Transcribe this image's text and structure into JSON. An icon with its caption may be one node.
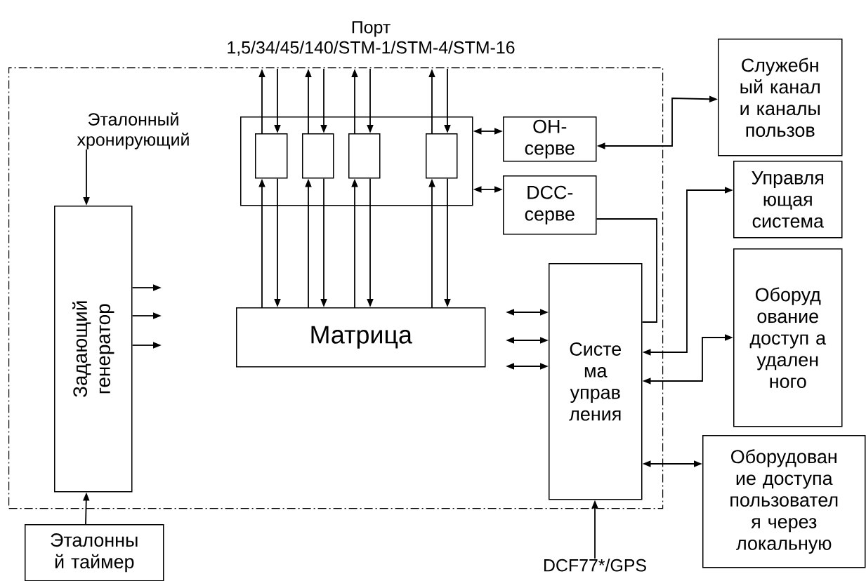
{
  "diagram": {
    "nodes": [
      {
        "text": [],
        "shape": "box"
      },
      {
        "text": [
          "Эталонный хронирующий"
        ],
        "in": 0
      },
      {
        "text": [
          "Задающий генератор"
        ],
        "in": 0
      },
      {
        "text": [],
        "shape": "box",
        "in": 0
      },
      {
        "text": [],
        "shape": "box",
        "in": 3
      },
      {
        "text": [],
        "shape": "box",
        "in": 3
      },
      {
        "text": [],
        "shape": "box",
        "in": 3
      },
      {
        "text": [],
        "shape": "box",
        "in": 3
      },
      {
        "text": [
          "ОН- серве"
        ],
        "in": 0
      },
      {
        "text": [
          "DCC- серве"
        ],
        "in": 0
      },
      {
        "text": [
          "Матрица"
        ],
        "in": 0
      },
      {
        "text": [
          "Систе ма управ ления"
        ],
        "in": 0
      },
      {
        "text": [
          "Служебн ый канал и каналы пользов"
        ]
      },
      {
        "text": [
          "Управля ющая система"
        ]
      },
      {
        "text": [
          "Оборуд ование доступ а удален ного"
        ]
      },
      {
        "text": [
          "Оборудован ие доступа пользовател я через локальную"
        ]
      },
      {
        "text": [
          "Эталонны й таймер"
        ]
      },
      {
        "text": [
          "DCF77*/GPS"
        ]
      }
    ],
    "edges": [
      {
        "from": 1,
        "to": 2,
        "arrow": "to"
      },
      {
        "from": 16,
        "to": 2,
        "arrow": "to"
      },
      {
        "from": 2,
        "to": null,
        "arrow": "to"
      },
      {
        "from": 2,
        "to": null,
        "arrow": "to"
      },
      {
        "from": 2,
        "to": null,
        "arrow": "to"
      },
      {
        "from": 4,
        "to": null,
        "arrow": "to"
      },
      {
        "from": null,
        "to": 4,
        "arrow": "to"
      },
      {
        "from": 10,
        "to": 4,
        "arrow": "to"
      },
      {
        "from": 4,
        "to": 10,
        "arrow": "to"
      },
      {
        "from": 5,
        "to": null,
        "arrow": "to"
      },
      {
        "from": null,
        "to": 5,
        "arrow": "to"
      },
      {
        "from": 10,
        "to": 5,
        "arrow": "to"
      },
      {
        "from": 5,
        "to": 10,
        "arrow": "to"
      },
      {
        "from": 6,
        "to": null,
        "arrow": "to"
      },
      {
        "from": null,
        "to": 6,
        "arrow": "to"
      },
      {
        "from": 10,
        "to": 6,
        "arrow": "to"
      },
      {
        "from": 6,
        "to": 10,
        "arrow": "to"
      },
      {
        "from": 7,
        "to": null,
        "arrow": "to"
      },
      {
        "from": null,
        "to": 7,
        "arrow": "to"
      },
      {
        "from": 10,
        "to": 7,
        "arrow": "to"
      },
      {
        "from": 7,
        "to": 10,
        "arrow": "to"
      },
      {
        "from": 3,
        "to": 8,
        "arrow": "both"
      },
      {
        "from": 3,
        "to": 9,
        "arrow": "both"
      },
      {
        "from": 8,
        "to": 12,
        "arrow": "both"
      },
      {
        "from": 9,
        "to": 11,
        "arrow": "none"
      },
      {
        "from": 11,
        "to": 13,
        "arrow": "both"
      },
      {
        "from": 11,
        "to": 14,
        "arrow": "both"
      },
      {
        "from": 11,
        "to": 15,
        "arrow": "both"
      },
      {
        "from": null,
        "to": 11,
        "arrow": "both"
      },
      {
        "from": null,
        "to": 11,
        "arrow": "both"
      },
      {
        "from": null,
        "to": 11,
        "arrow": "both"
      },
      {
        "from": 17,
        "to": 11,
        "arrow": "to"
      }
    ],
    "labels": [
      "Порт 1,5/34/45/140/STM-1/STM-4/STM-16"
    ]
  }
}
